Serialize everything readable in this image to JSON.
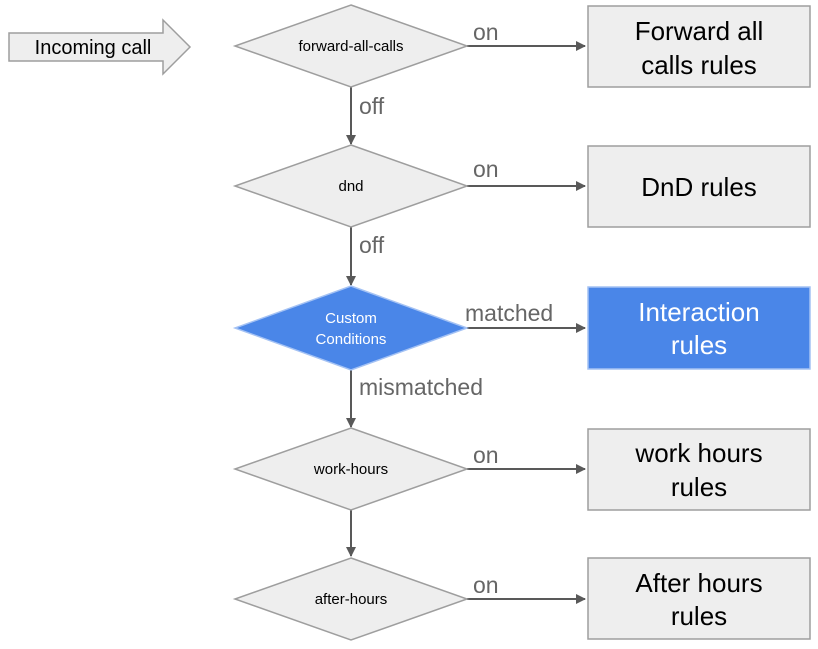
{
  "start": {
    "label": "Incoming call"
  },
  "decisions": [
    {
      "id": "forward",
      "label_lines": [
        "forward-all-calls"
      ],
      "highlight": false
    },
    {
      "id": "dnd",
      "label_lines": [
        "dnd"
      ],
      "highlight": false
    },
    {
      "id": "custom",
      "label_lines": [
        "Custom",
        "Conditions"
      ],
      "highlight": true
    },
    {
      "id": "work",
      "label_lines": [
        "work-hours"
      ],
      "highlight": false
    },
    {
      "id": "after",
      "label_lines": [
        "after-hours"
      ],
      "highlight": false
    }
  ],
  "outcomes": [
    {
      "id": "forward-rules",
      "label_lines": [
        "Forward all",
        "calls rules"
      ],
      "highlight": false
    },
    {
      "id": "dnd-rules",
      "label_lines": [
        "DnD rules"
      ],
      "highlight": false
    },
    {
      "id": "interaction-rules",
      "label_lines": [
        "Interaction",
        "rules"
      ],
      "highlight": true
    },
    {
      "id": "work-rules",
      "label_lines": [
        "work hours",
        "rules"
      ],
      "highlight": false
    },
    {
      "id": "after-rules",
      "label_lines": [
        "After hours",
        "rules"
      ],
      "highlight": false
    }
  ],
  "edge_labels": {
    "forward_on": "on",
    "forward_off": "off",
    "dnd_on": "on",
    "dnd_off": "off",
    "custom_matched": "matched",
    "custom_mismatched": "mismatched",
    "work_on": "on",
    "after_on": "on"
  },
  "colors": {
    "shape_fill": "#eeeeee",
    "shape_stroke": "#9e9e9e",
    "highlight_fill": "#4a86e8",
    "highlight_stroke": "#a4c2f4",
    "arrow": "#595959",
    "edge_label": "#666666"
  }
}
